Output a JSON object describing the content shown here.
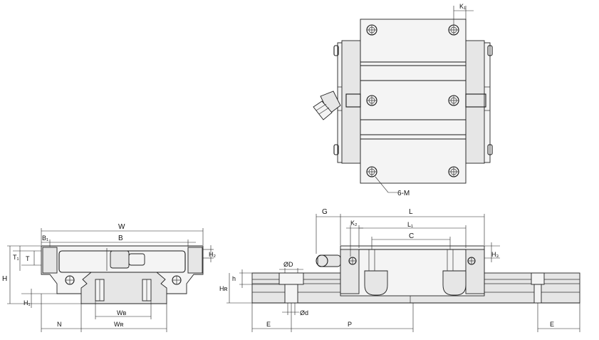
{
  "labels": {
    "K1": "K₁",
    "M6": "6-M",
    "W": "W",
    "B1": "B₁",
    "B": "B",
    "T1": "T₁",
    "T": "T",
    "H": "H",
    "H2": "H₂",
    "H1": "H₁",
    "WB": "Wʙ",
    "WR": "Wʀ",
    "N": "N",
    "G": "G",
    "L": "L",
    "K2": "K₂",
    "L1": "L₁",
    "C": "C",
    "H3": "H₃",
    "PhiD": "ØD",
    "h": "h",
    "HR": "Hʀ",
    "Phid": "Ød",
    "E1": "E",
    "P": "P",
    "E2": "E"
  }
}
